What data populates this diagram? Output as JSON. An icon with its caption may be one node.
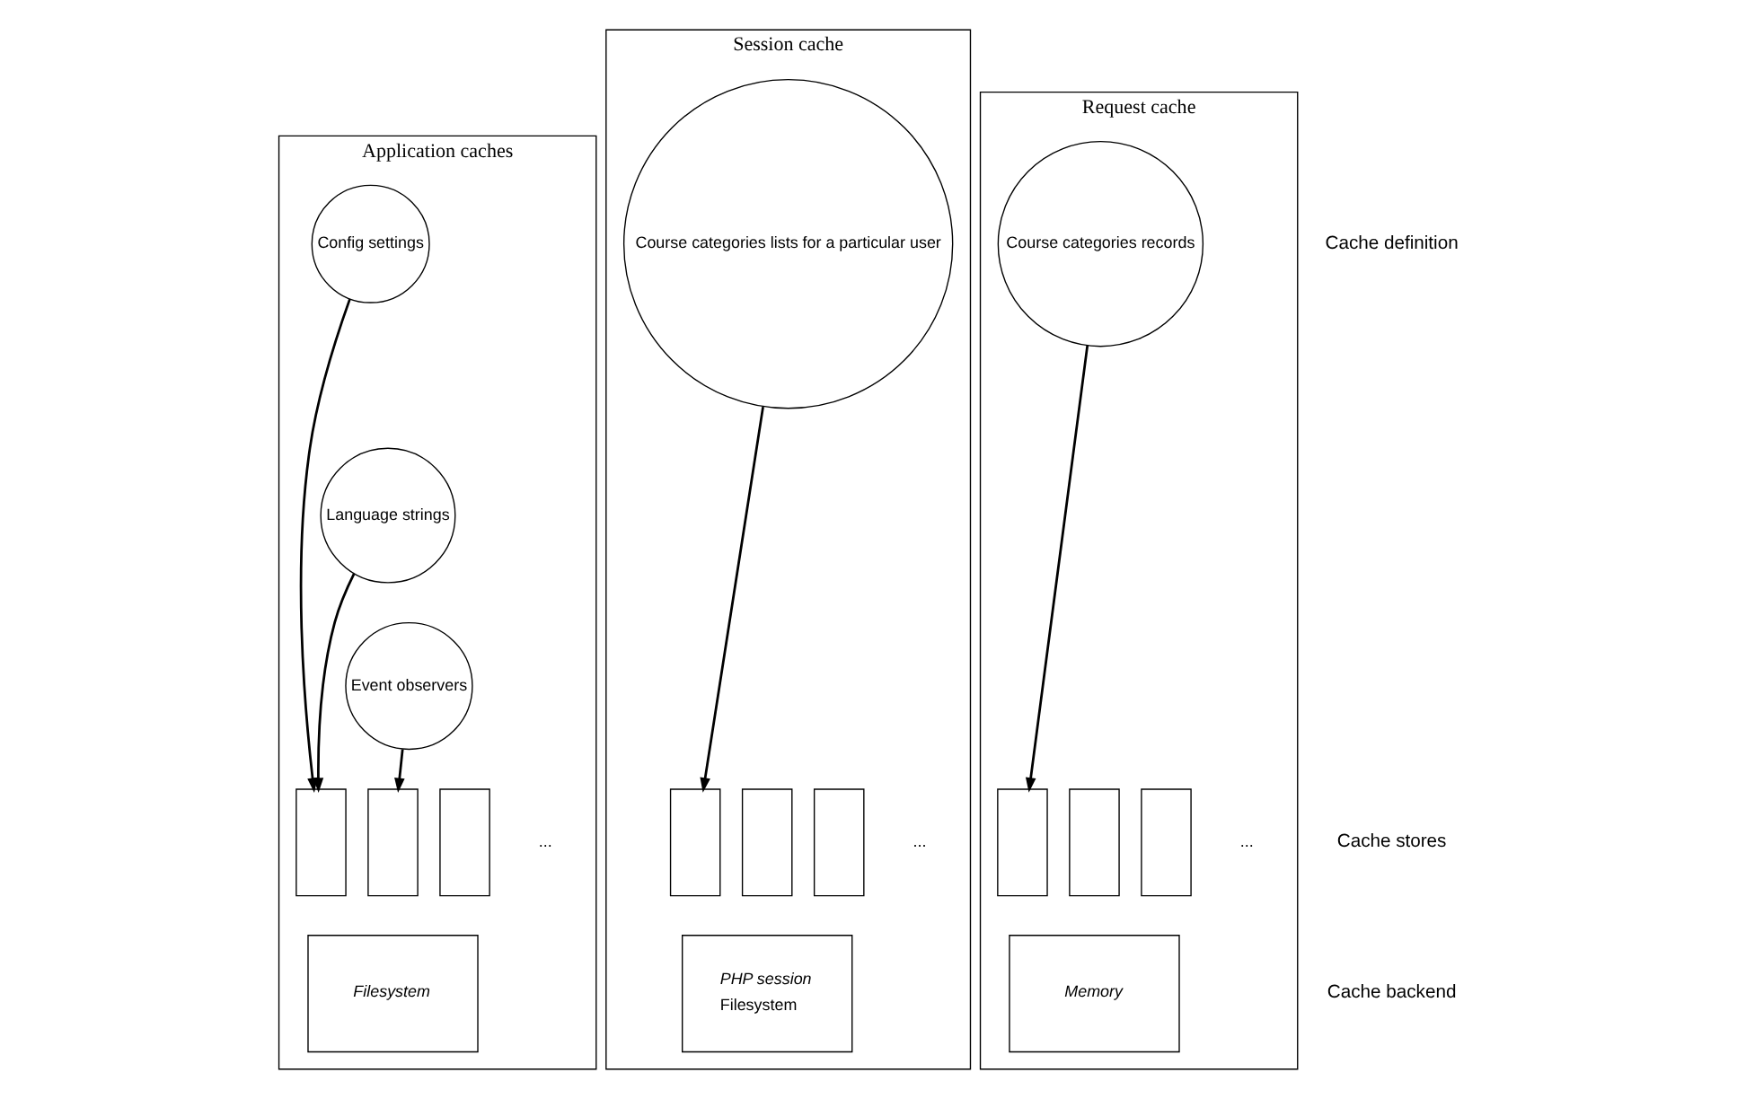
{
  "diagram": {
    "nodes": [
      {
        "text": [
          "Application caches"
        ]
      },
      {
        "text": [
          "Config settings"
        ],
        "in": 0
      },
      {
        "text": [
          "Language strings"
        ],
        "in": 0
      },
      {
        "text": [
          "Event observers"
        ],
        "in": 0
      },
      {
        "text": [],
        "shape": "box",
        "in": 0
      },
      {
        "text": [],
        "shape": "box",
        "in": 0
      },
      {
        "text": [],
        "shape": "box",
        "in": 0
      },
      {
        "text": [
          "Filesystem"
        ],
        "in": 0
      },
      {
        "text": [
          "Session cache"
        ]
      },
      {
        "text": [
          "Course categories lists for a particular user"
        ],
        "in": 8
      },
      {
        "text": [],
        "shape": "box",
        "in": 8
      },
      {
        "text": [],
        "shape": "box",
        "in": 8
      },
      {
        "text": [],
        "shape": "box",
        "in": 8
      },
      {
        "text": [
          "PHP session",
          "Filesystem"
        ],
        "in": 8
      },
      {
        "text": [
          "Request cache"
        ]
      },
      {
        "text": [
          "Course categories records"
        ],
        "in": 14
      },
      {
        "text": [],
        "shape": "box",
        "in": 14
      },
      {
        "text": [],
        "shape": "box",
        "in": 14
      },
      {
        "text": [],
        "shape": "box",
        "in": 14
      },
      {
        "text": [
          "Memory"
        ],
        "in": 14
      }
    ],
    "edges": [
      {
        "from": 1,
        "to": 4,
        "arrow": "to"
      },
      {
        "from": 2,
        "to": 4,
        "arrow": "to"
      },
      {
        "from": 3,
        "to": 5,
        "arrow": "to"
      },
      {
        "from": 9,
        "to": 10,
        "arrow": "to"
      },
      {
        "from": 15,
        "to": 16,
        "arrow": "to"
      }
    ],
    "labels": [
      "Cache definition",
      "Cache stores",
      "Cache backend",
      "...",
      "...",
      "..."
    ]
  }
}
